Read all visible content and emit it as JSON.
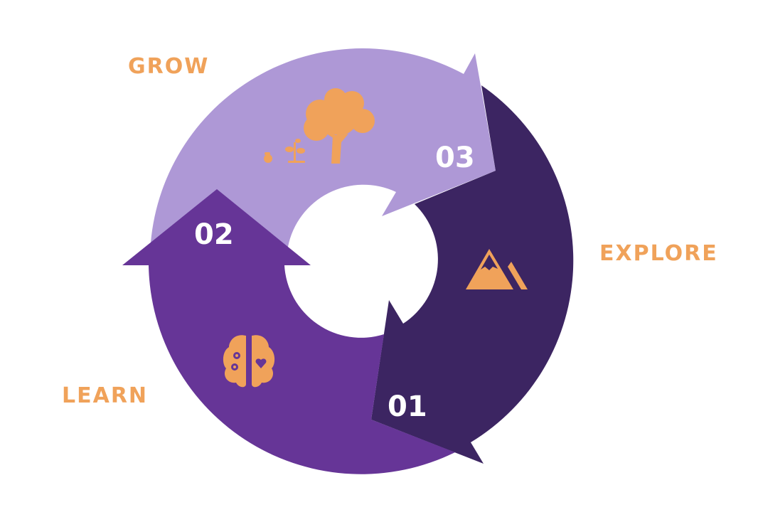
{
  "colors": {
    "accent": "#F0A25A",
    "light": "#AE98D6",
    "dark": "#3C2562",
    "mid": "#663597"
  },
  "steps": [
    {
      "number": "01",
      "label": "EXPLORE",
      "icon": "mountain-icon"
    },
    {
      "number": "02",
      "label": "LEARN",
      "icon": "brain-icon"
    },
    {
      "number": "03",
      "label": "GROW",
      "icon": "tree-growth-icon"
    }
  ]
}
